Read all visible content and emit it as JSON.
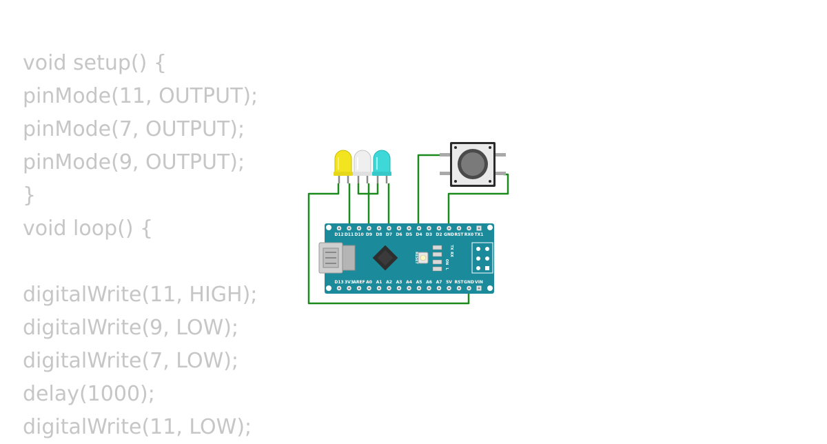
{
  "code": {
    "lines": [
      "void setup() {",
      "pinMode(11, OUTPUT);",
      "pinMode(7, OUTPUT);",
      "pinMode(9, OUTPUT);",
      "}",
      "void loop() {",
      "",
      "digitalWrite(11, HIGH);",
      "digitalWrite(9, LOW);",
      "digitalWrite(7, LOW);",
      "delay(1000);",
      "digitalWrite(11, LOW);"
    ]
  },
  "board": {
    "top_pins": [
      "D12",
      "D11",
      "D10",
      "D9",
      "D8",
      "D7",
      "D6",
      "D5",
      "D4",
      "D3",
      "D2",
      "GND",
      "RST",
      "RX0",
      "TX1"
    ],
    "bottom_pins": [
      "D13",
      "3V3",
      "AREF",
      "A0",
      "A1",
      "A2",
      "A3",
      "A4",
      "A5",
      "A6",
      "A7",
      "5V",
      "RST",
      "GND",
      "VIN"
    ],
    "reset_label": "RESET",
    "led_labels": [
      "TX",
      "RX",
      "ON",
      "L"
    ],
    "color": "#1b8a9b"
  },
  "leds": [
    {
      "name": "yellow",
      "color": "#f2e41e"
    },
    {
      "name": "white",
      "color": "#efefef"
    },
    {
      "name": "cyan",
      "color": "#3fd8d8"
    }
  ],
  "wire_color": "#1a8a1a"
}
